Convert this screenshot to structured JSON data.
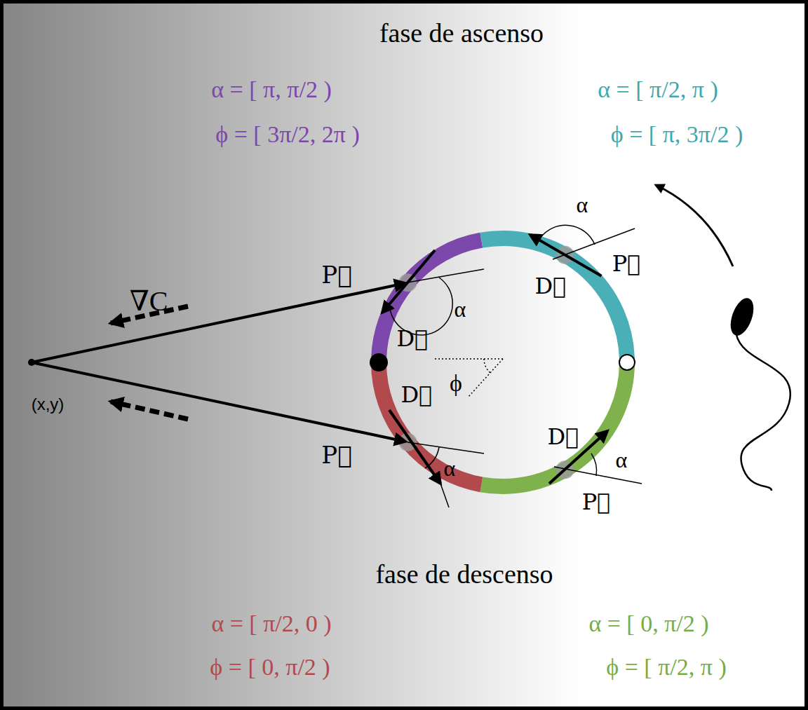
{
  "diagram": {
    "labels": [
      "fase de ascenso",
      "α = [ π, π/2 )",
      "ϕ = [ 3π/2, 2π )",
      "α = [ π/2, π )",
      "ϕ = [ π, 3π/2 )",
      "∇C",
      "P⃗",
      "α",
      "D⃗",
      "ϕ",
      "(x,y)",
      "D⃗",
      "P⃗",
      "α",
      "α",
      "D⃗",
      "P⃗",
      "D⃗",
      "α",
      "P⃗",
      "fase de descenso",
      "α = [ π/2, 0 )",
      "ϕ = [ 0, π/2 )",
      "α = [ 0, π/2 )",
      "ϕ = [ π/2, π )"
    ]
  }
}
